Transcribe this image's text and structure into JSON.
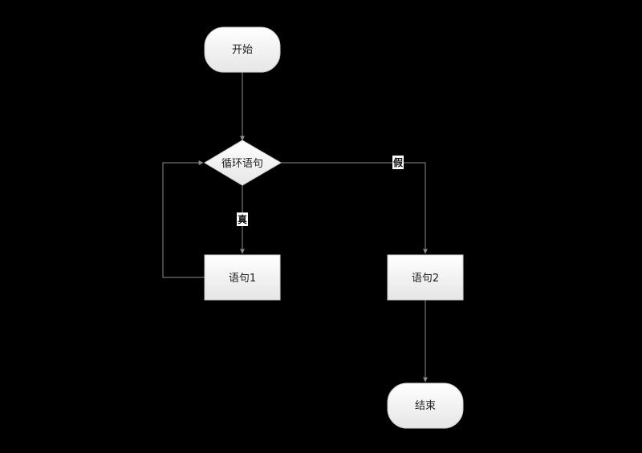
{
  "diagram": {
    "colors": {
      "background": "#000000",
      "node_fill_top": "#ffffff",
      "node_fill_bottom": "#e6e6e6",
      "node_stroke": "#cfcfcf",
      "edge": "#8c8c8c",
      "text": "#222222"
    },
    "nodes": {
      "start": {
        "label": "开始",
        "shape": "terminator"
      },
      "loop": {
        "label": "循环语句",
        "shape": "decision"
      },
      "stmt1": {
        "label": "语句1",
        "shape": "process"
      },
      "stmt2": {
        "label": "语句2",
        "shape": "process"
      },
      "end": {
        "label": "结束",
        "shape": "terminator"
      }
    },
    "edges": {
      "start_to_loop": {
        "from": "开始",
        "to": "循环语句",
        "label": ""
      },
      "loop_to_stmt1": {
        "from": "循环语句",
        "to": "语句1",
        "label": "真"
      },
      "stmt1_to_loop": {
        "from": "语句1",
        "to": "循环语句",
        "label": ""
      },
      "loop_to_stmt2": {
        "from": "循环语句",
        "to": "语句2",
        "label": "假"
      },
      "stmt2_to_end": {
        "from": "语句2",
        "to": "结束",
        "label": ""
      }
    }
  }
}
